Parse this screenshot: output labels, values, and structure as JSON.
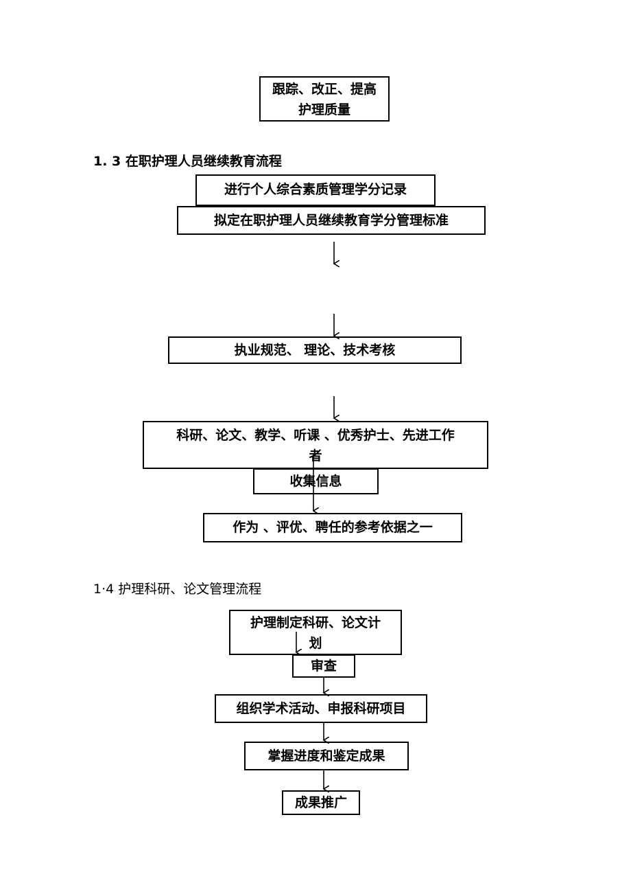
{
  "top_box": {
    "line1": "跟踪、改正、提高",
    "line2": "护理质量"
  },
  "section_13": {
    "heading": "1. 3 在职护理人员继续教育流程",
    "step1": "进行个人综合素质管理学分记录",
    "step2": "拟定在职护理人员继续教育学分管理标准",
    "step3": "执业规范、 理论、技术考核",
    "step4_line1": "科研、论文、教学、听课 、优秀护士、先进工作",
    "step4_line2": "者",
    "step5": "收集信息",
    "step6": "作为 、评优、聘任的参考依据之一"
  },
  "section_14": {
    "heading": "1·4 护理科研、论文管理流程",
    "step1_line1": "护理制定科研、论文计",
    "step1_line2": "划",
    "step2": "审查",
    "step3": "组织学术活动、申报科研项目",
    "step4": "掌握进度和鉴定成果",
    "step5": "成果推广"
  }
}
